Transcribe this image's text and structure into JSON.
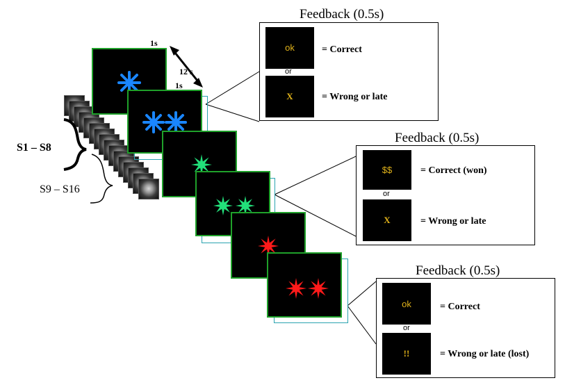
{
  "timing": {
    "duration_1": "1s",
    "interval": "12 s",
    "duration_2": "1s"
  },
  "slices": {
    "group_1": "S1 – S8",
    "group_2": "S9 – S16"
  },
  "feedback_panels": [
    {
      "title": "Feedback (0.5s)",
      "top": {
        "symbol": "ok",
        "label": "= Correct"
      },
      "or": "or",
      "bottom": {
        "symbol": "X",
        "label": "= Wrong or late"
      }
    },
    {
      "title": "Feedback (0.5s)",
      "top": {
        "symbol": "$$",
        "label": "= Correct (won)"
      },
      "or": "or",
      "bottom": {
        "symbol": "X",
        "label": "= Wrong or late"
      }
    },
    {
      "title": "Feedback (0.5s)",
      "top": {
        "symbol": "ok",
        "label": "= Correct"
      },
      "or": "or",
      "bottom": {
        "symbol": "!!",
        "label": "= Wrong or late (lost)"
      }
    }
  ],
  "colors": {
    "blue_star": "#1a86ff",
    "green_star": "#22e07a",
    "red_star": "#ff1a1a",
    "feedback_symbol": "#e0b21a",
    "screen_border": "#1fa12a",
    "outline_border": "#2aa3b0"
  }
}
